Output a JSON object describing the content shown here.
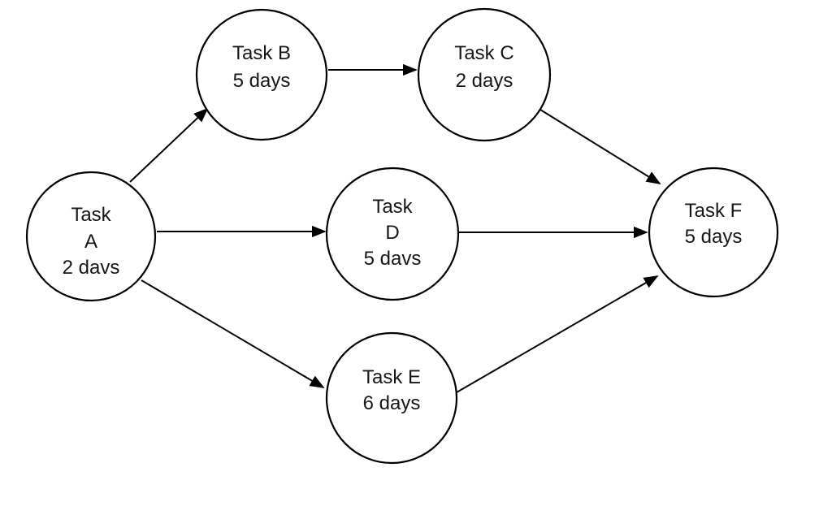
{
  "diagram": {
    "type": "task-dependency-network",
    "background_color": "#ffffff",
    "node_fill_color": "#ffffff",
    "node_stroke_color": "#000000",
    "text_color": "#171717",
    "nodes": [
      {
        "id": "A",
        "lines": [
          "Task",
          "A",
          "2 davs"
        ]
      },
      {
        "id": "B",
        "lines": [
          "Task B",
          "5 days"
        ]
      },
      {
        "id": "C",
        "lines": [
          "Task C",
          "2 days"
        ]
      },
      {
        "id": "D",
        "lines": [
          "Task",
          "D",
          "5 davs"
        ]
      },
      {
        "id": "E",
        "lines": [
          "Task E",
          "6 days"
        ]
      },
      {
        "id": "F",
        "lines": [
          "Task F",
          "5 days"
        ]
      }
    ],
    "edges": [
      {
        "from": "A",
        "to": "B"
      },
      {
        "from": "B",
        "to": "C"
      },
      {
        "from": "C",
        "to": "F"
      },
      {
        "from": "A",
        "to": "D"
      },
      {
        "from": "D",
        "to": "F"
      },
      {
        "from": "A",
        "to": "E"
      },
      {
        "from": "E",
        "to": "F"
      }
    ]
  }
}
